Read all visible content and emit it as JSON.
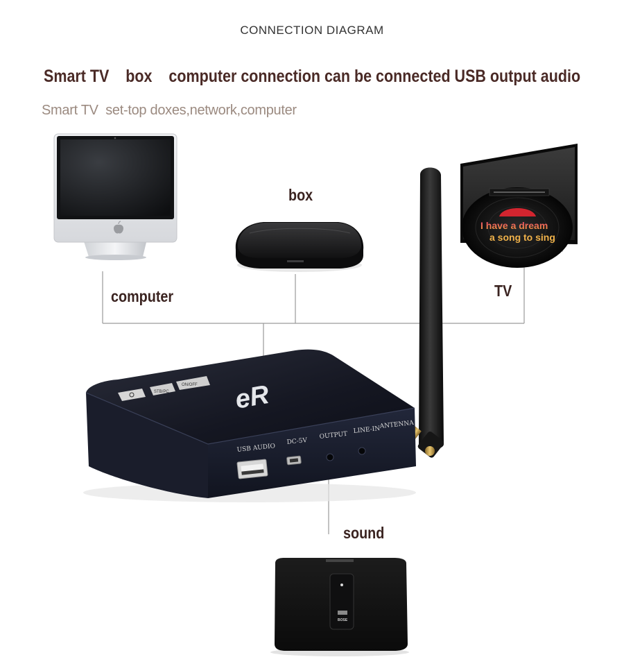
{
  "diagram": {
    "title": "CONNECTION DIAGRAM",
    "headline": "Smart TV    box    computer connection can be connected USB output audio",
    "subtitle": "Smart TV  set-top doxes,network,computer",
    "labels": {
      "box": "box",
      "computer": "computer",
      "tv": "TV",
      "sound": "sound"
    },
    "tv_screen": {
      "line1": "I have a dream",
      "line2": "a song to sing"
    },
    "device": {
      "logo": "eR",
      "ports": [
        "USB AUDIO",
        "DC-5V",
        "OUTPUT",
        "LINE-IN",
        "ANTENNA"
      ],
      "top_buttons": [
        "STB/PC",
        "ON/OFF"
      ]
    },
    "speaker_brand": "BOSE",
    "colors": {
      "headline": "#4a2a26",
      "subtitle": "#9b8a80",
      "line": "#9a9a9a",
      "device_body": "#1c2030",
      "lyrics_top": "#e83a70",
      "lyrics_bottom": "#f2a23a"
    }
  }
}
